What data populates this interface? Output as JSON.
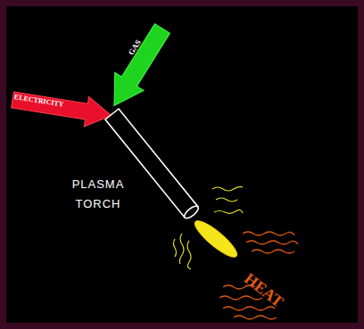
{
  "diagram": {
    "labels": [
      "ELECTRICITY",
      "GAS",
      "PLASMA TORCH",
      "HEAT"
    ]
  }
}
